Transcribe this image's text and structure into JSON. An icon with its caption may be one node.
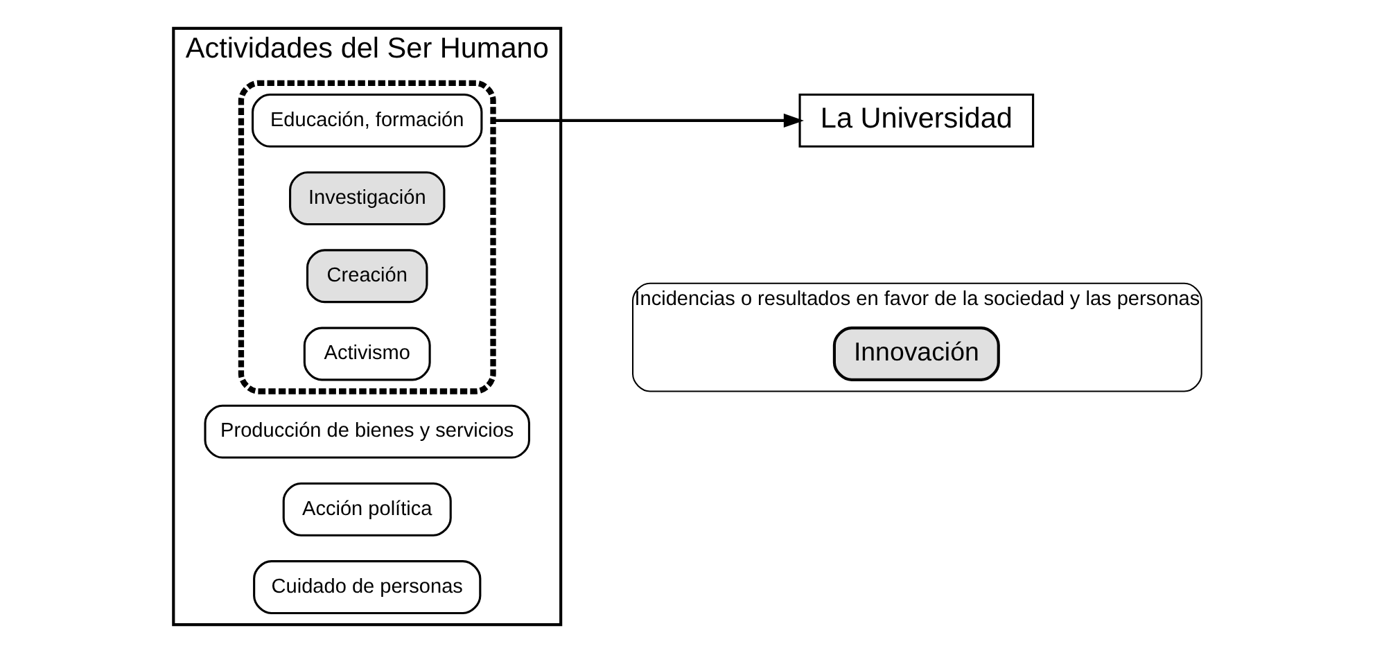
{
  "diagram": {
    "nodes": [
      {
        "text": [
          "Actividades del Ser Humano"
        ]
      },
      {
        "text": [],
        "shape": "box",
        "in": 0
      },
      {
        "text": [
          "Educación, formación"
        ],
        "in": 1
      },
      {
        "text": [
          "Investigación"
        ],
        "in": 1
      },
      {
        "text": [
          "Creación"
        ],
        "in": 1
      },
      {
        "text": [
          "Activismo"
        ],
        "in": 1
      },
      {
        "text": [
          "Producción de bienes y servicios"
        ],
        "in": 0
      },
      {
        "text": [
          "Acción política"
        ],
        "in": 0
      },
      {
        "text": [
          "Cuidado de personas"
        ],
        "in": 0
      },
      {
        "text": [
          "La Universidad"
        ]
      },
      {
        "text": [
          "Incidencias o resultados en favor de la sociedad y las personas"
        ]
      },
      {
        "text": [
          "Innovación"
        ],
        "in": 10
      }
    ],
    "edges": [
      {
        "from": 1,
        "to": 9,
        "arrow": "to"
      }
    ]
  }
}
